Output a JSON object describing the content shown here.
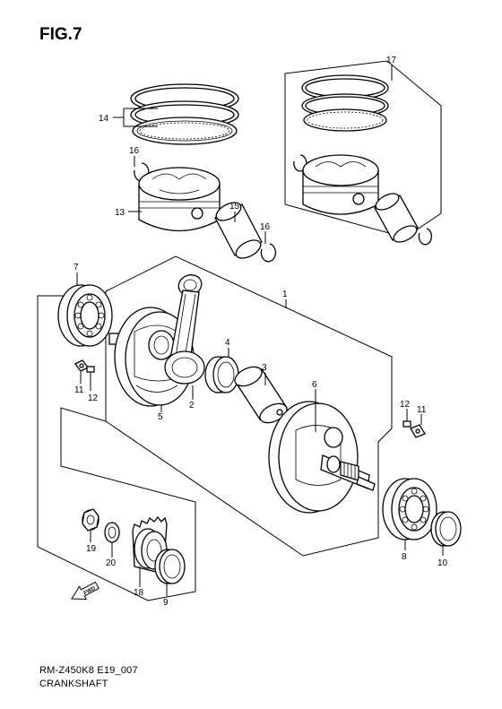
{
  "figure": {
    "title": "FIG.7",
    "code": "RM-Z450K8 E19_007",
    "name": "CRANKSHAFT",
    "fwd_label": "FWD"
  },
  "callouts": {
    "c1": "1",
    "c2": "2",
    "c3": "3",
    "c4": "4",
    "c5": "5",
    "c6": "6",
    "c7": "7",
    "c8": "8",
    "c9": "9",
    "c10a": "10",
    "c11a": "11",
    "c11b": "11",
    "c12a": "12",
    "c12b": "12",
    "c13": "13",
    "c14": "14",
    "c15": "15",
    "c16a": "16",
    "c16b": "16",
    "c17": "17",
    "c18": "18",
    "c19": "19",
    "c20": "20"
  }
}
